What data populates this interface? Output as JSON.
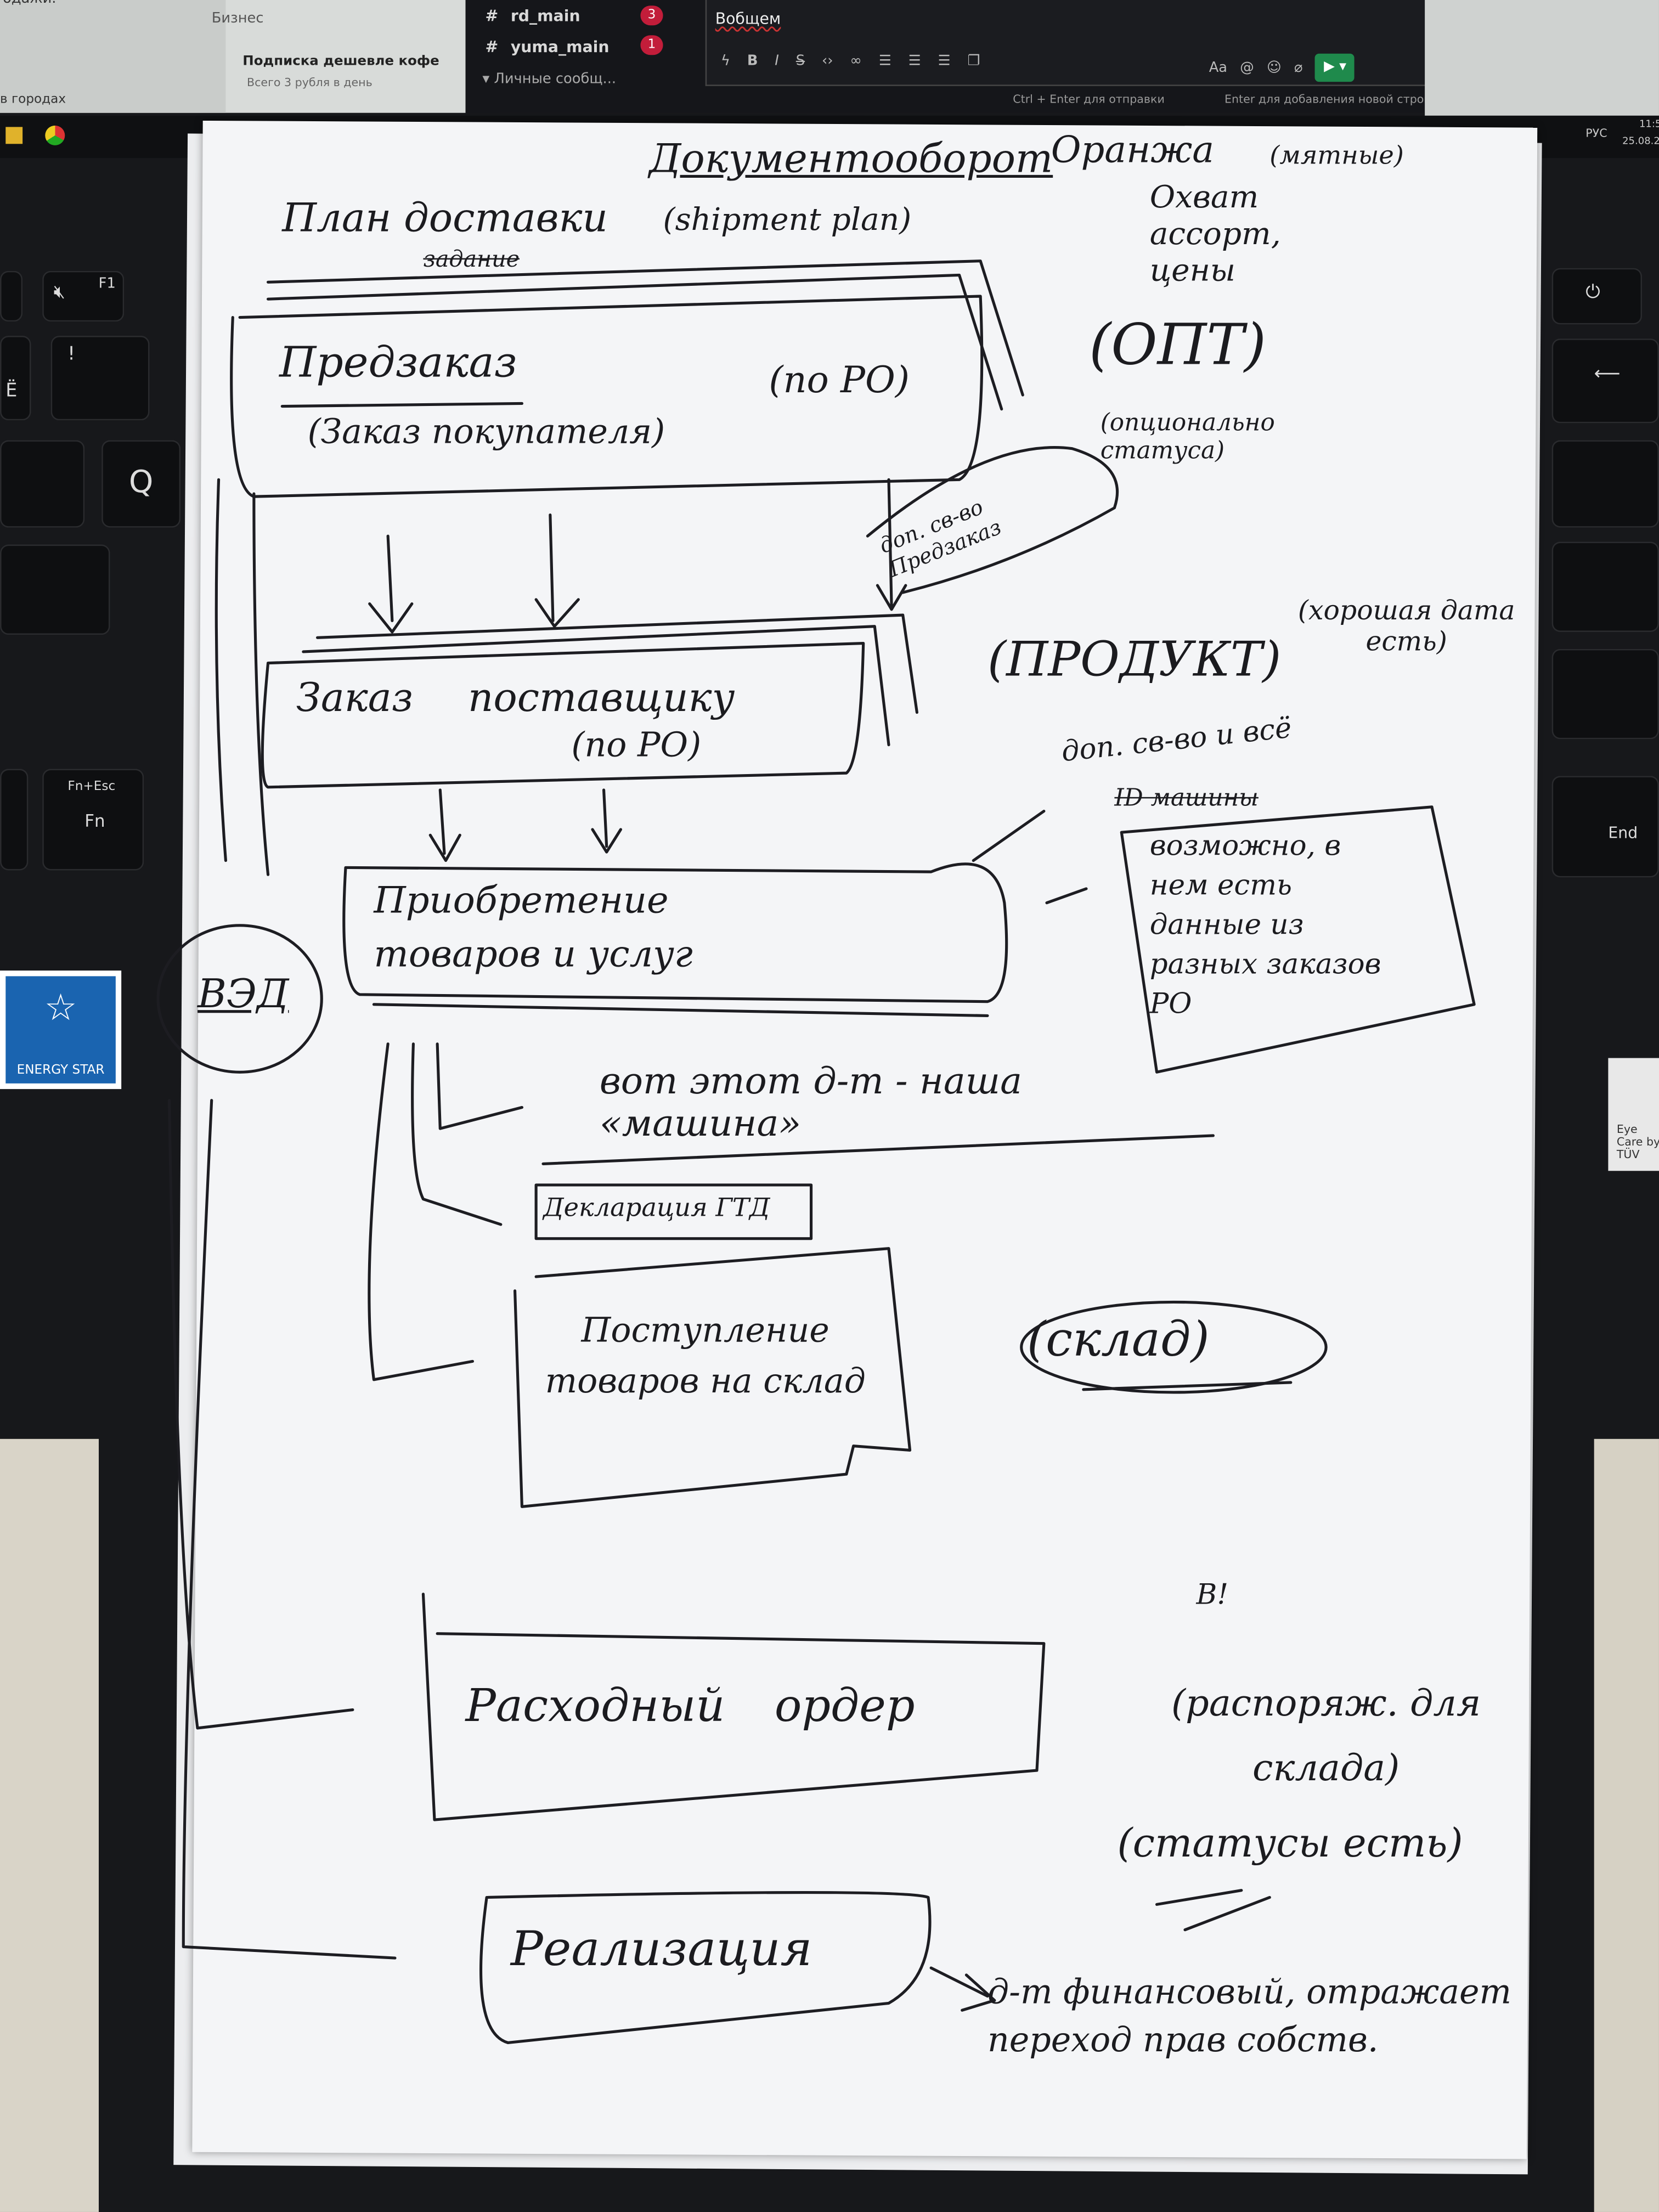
{
  "screen": {
    "left_panel": {
      "section": "Бизнес",
      "ad_title": "Подписка дешевле кофе",
      "ad_subtitle": "Всего 3 рубля в день",
      "fragment_top": "одажи.",
      "fragment_bottom": "в городах"
    },
    "channels": [
      {
        "name": "rd_main",
        "unread": "3"
      },
      {
        "name": "yuma_main",
        "unread": "1"
      }
    ],
    "direct_messages": "Личные сообщ...",
    "composer": {
      "text": "Вобщем",
      "toolbar_icons": [
        "lightning-icon",
        "bold-icon",
        "italic-icon",
        "strikethrough-icon",
        "code-icon",
        "link-icon",
        "ordered-list-icon",
        "bullet-list-icon",
        "indent-icon",
        "quote-icon",
        "text-format-icon",
        "mention-icon",
        "emoji-icon",
        "attachment-icon",
        "send-icon",
        "chevron-down-icon"
      ],
      "format_label": "Aa",
      "bold": "B",
      "italic": "I",
      "send_hint": "Ctrl + Enter для отправки",
      "newline_hint": "Enter для добавления новой строки"
    },
    "taskbar": {
      "lang": "РУС",
      "time": "11:5",
      "date": "25.08.2"
    }
  },
  "laptop": {
    "keys": {
      "f1": "F1",
      "fn_esc": "Fn+Esc",
      "fn": "Fn",
      "q": "Q",
      "yo": "Ё",
      "one": "!",
      "end": "End"
    },
    "sticker": "ENERGY STAR",
    "eye_care": "Eye Care by TÜV"
  },
  "diagram": {
    "title": "Документооборот",
    "title_left": "План доставки",
    "title_left_struck": "задание",
    "title_sub": "(shipment plan)",
    "top_right": "Оранжа",
    "top_right_note": "(мятные)",
    "top_right_list": "Охват ассорт, цены",
    "nodes": [
      {
        "id": "preorder",
        "label": "Предзаказ",
        "sub": "(Заказ покупателя)",
        "note": "(по PO)"
      },
      {
        "id": "supplier-order",
        "label": "Заказ поставщику",
        "sub": "(по PO)"
      },
      {
        "id": "purchase",
        "label": "Приобретение товаров и услуг"
      },
      {
        "id": "declaration",
        "label": "Декларация ГТД"
      },
      {
        "id": "receipt",
        "label": "Поступление товаров на склад"
      },
      {
        "id": "outgoing",
        "label": "Расходный ордер"
      },
      {
        "id": "sale",
        "label": "Реализация"
      }
    ],
    "annotations": {
      "opt": "(ОПТ)",
      "optional_status": "(опционально статуса)",
      "preorder_prop": "доп. св-во Предзаказ",
      "product": "(ПРОДУКТ)",
      "good_date": "(хорошая дата есть)",
      "prop_all": "доп. св-во и всё",
      "machine_id": "ID машины",
      "maybe_data": "возможно, в нем есть данные из разных заказов PO",
      "ved": "ВЭД",
      "this_doc": "вот этот д-т - наша «машина»",
      "warehouse": "(склад)",
      "exclaim": "В!",
      "warehouse_order": "(распоряж. для склада)",
      "statuses": "(статусы есть)",
      "financial": "д-т финансовый, отражает переход прав собств."
    }
  }
}
